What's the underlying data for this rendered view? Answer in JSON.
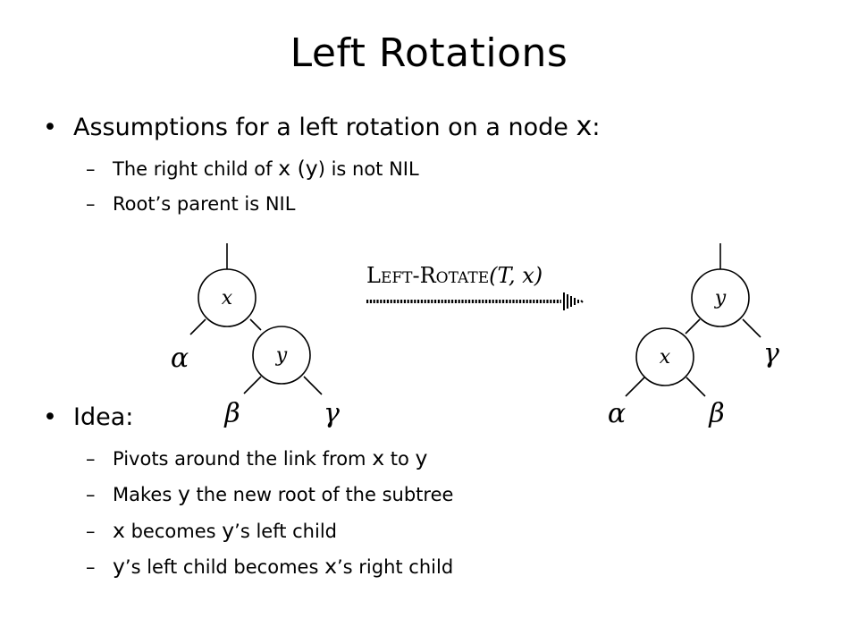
{
  "slide": {
    "title": "Left Rotations"
  },
  "bullets": [
    {
      "pre": "Assumptions for a left rotation on a node ",
      "var": "x",
      "post": ":",
      "subs": [
        {
          "parts": [
            "The right child of ",
            "x",
            " (",
            "y",
            ") is not NIL"
          ]
        },
        {
          "parts": [
            "Root’s parent is NIL"
          ]
        }
      ]
    },
    {
      "pre": "Idea:",
      "subs": [
        {
          "parts": [
            "Pivots around the link from ",
            "x",
            " to ",
            "y"
          ]
        },
        {
          "parts": [
            "Makes ",
            "y",
            " the new root of the subtree"
          ]
        },
        {
          "parts": [
            "x",
            " becomes ",
            "y",
            "’s left child"
          ]
        },
        {
          "parts": [
            "y",
            "’s left child becomes ",
            "x",
            "’s right child"
          ]
        }
      ]
    }
  ],
  "diagram": {
    "operation": {
      "name_L1": "L",
      "name_rest1": "EFT",
      "name_sep": "-",
      "name_L2": "R",
      "name_rest2": "OTATE",
      "args": "(T, x)"
    },
    "left_tree": {
      "root": "x",
      "child": "y",
      "alpha": "α",
      "beta": "β",
      "gamma": "γ"
    },
    "right_tree": {
      "root": "y",
      "child": "x",
      "alpha": "α",
      "beta": "β",
      "gamma": "γ"
    }
  }
}
